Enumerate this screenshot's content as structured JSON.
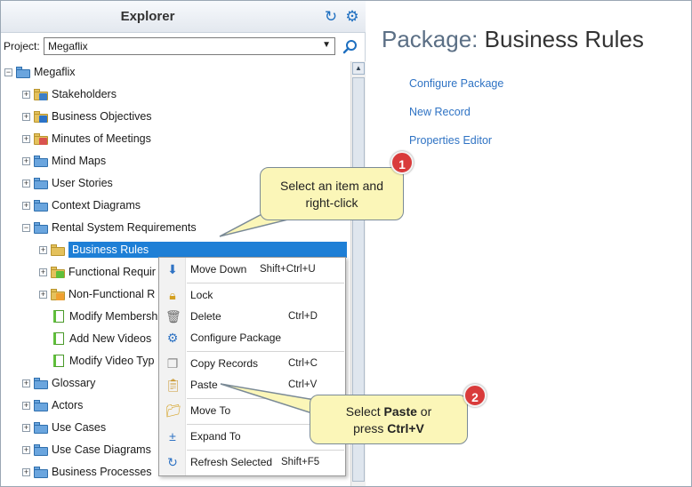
{
  "explorer": {
    "title": "Explorer",
    "project_label": "Project:",
    "project_value": "Megaflix"
  },
  "tree": {
    "root": "Megaflix",
    "items": [
      "Stakeholders",
      "Business Objectives",
      "Minutes of Meetings",
      "Mind Maps",
      "User Stories",
      "Context Diagrams",
      "Rental System Requirements",
      "Business Rules",
      "Functional Requir",
      "Non-Functional R",
      "Modify Membersh",
      "Add New Videos",
      "Modify Video Typ",
      "Glossary",
      "Actors",
      "Use Cases",
      "Use Case Diagrams",
      "Business Processes"
    ]
  },
  "main": {
    "title_prefix": "Package: ",
    "title_name": "Business Rules",
    "actions": [
      "Configure Package",
      "New Record",
      "Properties Editor"
    ]
  },
  "context_menu": {
    "items": [
      {
        "label": "Move Down",
        "shortcut": "Shift+Ctrl+U"
      },
      {
        "label": "Lock",
        "shortcut": ""
      },
      {
        "label": "Delete",
        "shortcut": "Ctrl+D"
      },
      {
        "label": "Configure Package",
        "shortcut": ""
      },
      {
        "label": "Copy Records",
        "shortcut": "Ctrl+C"
      },
      {
        "label": "Paste",
        "shortcut": "Ctrl+V"
      },
      {
        "label": "Move To",
        "shortcut": ""
      },
      {
        "label": "Expand To",
        "shortcut": ""
      },
      {
        "label": "Refresh Selected",
        "shortcut": "Shift+F5"
      }
    ]
  },
  "callouts": {
    "one": {
      "number": "1",
      "line1": "Select an item and",
      "line2": "right-click"
    },
    "two": {
      "number": "2",
      "pre": "Select ",
      "bold1": "Paste",
      "mid": " or",
      "line2_pre": "press ",
      "bold2": "Ctrl+V"
    }
  },
  "colors": {
    "selection": "#1e7fd6",
    "link": "#2f73c4",
    "callout_bg": "#fbf6b8",
    "badge": "#d93b3b"
  }
}
